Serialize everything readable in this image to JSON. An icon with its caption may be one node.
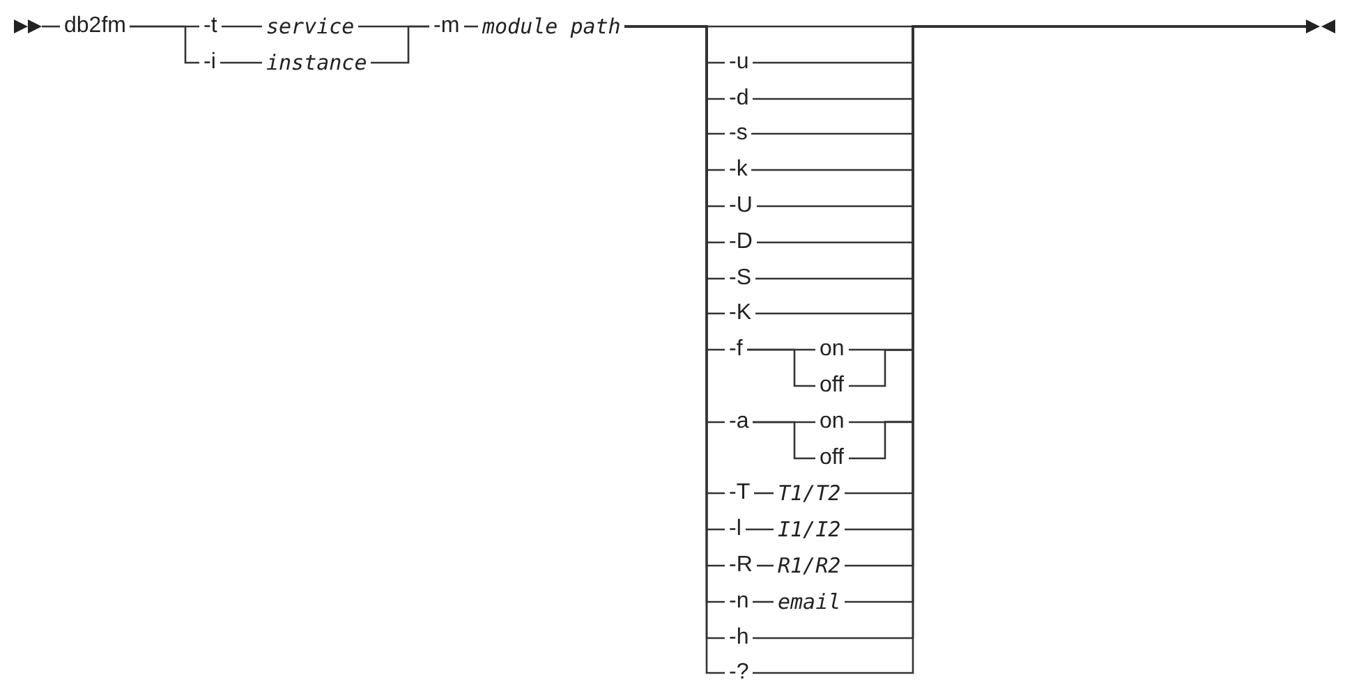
{
  "diagram": {
    "nodes": [
      {
        "text": [
          "db2fm"
        ]
      },
      {
        "text": [
          "-t"
        ]
      },
      {
        "text": [
          "service"
        ]
      },
      {
        "text": [
          "-i"
        ]
      },
      {
        "text": [
          "instance"
        ]
      },
      {
        "text": [
          "-m"
        ]
      },
      {
        "text": [
          "module path"
        ]
      },
      {
        "text": [
          "-u"
        ]
      },
      {
        "text": [
          "-d"
        ]
      },
      {
        "text": [
          "-s"
        ]
      },
      {
        "text": [
          "-k"
        ]
      },
      {
        "text": [
          "-U"
        ]
      },
      {
        "text": [
          "-D"
        ]
      },
      {
        "text": [
          "-S"
        ]
      },
      {
        "text": [
          "-K"
        ]
      },
      {
        "text": [
          "-f"
        ]
      },
      {
        "text": [
          "on"
        ]
      },
      {
        "text": [
          "off"
        ]
      },
      {
        "text": [
          "-a"
        ]
      },
      {
        "text": [
          "on"
        ]
      },
      {
        "text": [
          "off"
        ]
      },
      {
        "text": [
          "-T"
        ]
      },
      {
        "text": [
          "T1/T2"
        ]
      },
      {
        "text": [
          "-l"
        ]
      },
      {
        "text": [
          "I1/I2"
        ]
      },
      {
        "text": [
          "-R"
        ]
      },
      {
        "text": [
          "R1/R2"
        ]
      },
      {
        "text": [
          "-n"
        ]
      },
      {
        "text": [
          "email"
        ]
      },
      {
        "text": [
          "-h"
        ]
      },
      {
        "text": [
          "-?"
        ]
      }
    ],
    "edges": [
      {
        "from": null,
        "to": 0,
        "arrow": "none"
      },
      {
        "from": 0,
        "to": 1,
        "arrow": "none"
      },
      {
        "from": 0,
        "to": 3,
        "arrow": "none"
      },
      {
        "from": 1,
        "to": 2,
        "arrow": "none"
      },
      {
        "from": 3,
        "to": 4,
        "arrow": "none"
      },
      {
        "from": 2,
        "to": 5,
        "arrow": "none"
      },
      {
        "from": 4,
        "to": 5,
        "arrow": "none"
      },
      {
        "from": 5,
        "to": 6,
        "arrow": "none"
      },
      {
        "from": 6,
        "to": null,
        "arrow": "none"
      },
      {
        "from": 6,
        "to": 7,
        "arrow": "none"
      },
      {
        "from": 6,
        "to": 8,
        "arrow": "none"
      },
      {
        "from": 6,
        "to": 9,
        "arrow": "none"
      },
      {
        "from": 6,
        "to": 10,
        "arrow": "none"
      },
      {
        "from": 6,
        "to": 11,
        "arrow": "none"
      },
      {
        "from": 6,
        "to": 12,
        "arrow": "none"
      },
      {
        "from": 6,
        "to": 13,
        "arrow": "none"
      },
      {
        "from": 6,
        "to": 14,
        "arrow": "none"
      },
      {
        "from": 6,
        "to": 15,
        "arrow": "none"
      },
      {
        "from": 6,
        "to": 18,
        "arrow": "none"
      },
      {
        "from": 6,
        "to": 21,
        "arrow": "none"
      },
      {
        "from": 6,
        "to": 23,
        "arrow": "none"
      },
      {
        "from": 6,
        "to": 25,
        "arrow": "none"
      },
      {
        "from": 6,
        "to": 27,
        "arrow": "none"
      },
      {
        "from": 6,
        "to": 29,
        "arrow": "none"
      },
      {
        "from": 6,
        "to": 30,
        "arrow": "none"
      },
      {
        "from": 15,
        "to": 16,
        "arrow": "none"
      },
      {
        "from": 15,
        "to": 17,
        "arrow": "none"
      },
      {
        "from": 18,
        "to": 19,
        "arrow": "none"
      },
      {
        "from": 18,
        "to": 20,
        "arrow": "none"
      },
      {
        "from": 21,
        "to": 22,
        "arrow": "none"
      },
      {
        "from": 23,
        "to": 24,
        "arrow": "none"
      },
      {
        "from": 25,
        "to": 26,
        "arrow": "none"
      },
      {
        "from": 27,
        "to": 28,
        "arrow": "none"
      },
      {
        "from": 7,
        "to": null,
        "arrow": "none"
      },
      {
        "from": 8,
        "to": null,
        "arrow": "none"
      },
      {
        "from": 9,
        "to": null,
        "arrow": "none"
      },
      {
        "from": 10,
        "to": null,
        "arrow": "none"
      },
      {
        "from": 11,
        "to": null,
        "arrow": "none"
      },
      {
        "from": 12,
        "to": null,
        "arrow": "none"
      },
      {
        "from": 13,
        "to": null,
        "arrow": "none"
      },
      {
        "from": 14,
        "to": null,
        "arrow": "none"
      },
      {
        "from": 16,
        "to": null,
        "arrow": "none"
      },
      {
        "from": 17,
        "to": null,
        "arrow": "none"
      },
      {
        "from": 19,
        "to": null,
        "arrow": "none"
      },
      {
        "from": 20,
        "to": null,
        "arrow": "none"
      },
      {
        "from": 22,
        "to": null,
        "arrow": "none"
      },
      {
        "from": 24,
        "to": null,
        "arrow": "none"
      },
      {
        "from": 26,
        "to": null,
        "arrow": "none"
      },
      {
        "from": 28,
        "to": null,
        "arrow": "none"
      },
      {
        "from": 29,
        "to": null,
        "arrow": "none"
      },
      {
        "from": 30,
        "to": null,
        "arrow": "none"
      }
    ]
  }
}
